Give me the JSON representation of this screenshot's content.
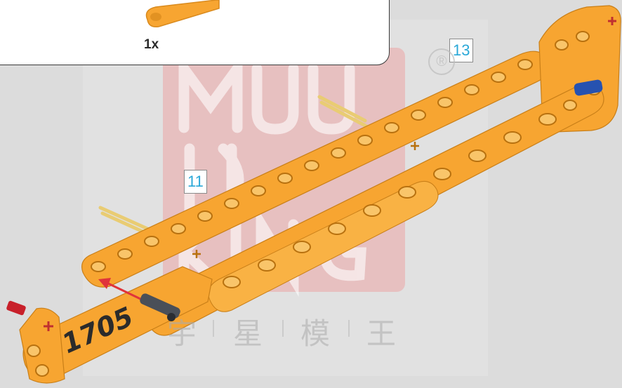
{
  "callout": {
    "quantity": "1x"
  },
  "step_badges": [
    {
      "label": "13"
    },
    {
      "label": "11"
    }
  ],
  "beam_marking": "1705",
  "watermark": {
    "logo_text": "MOULD KING",
    "registered": "®",
    "chinese": [
      "宇",
      "星",
      "模",
      "王"
    ]
  },
  "colors": {
    "beam": "#f7a531",
    "beam_shadow": "#d98a1d",
    "axle": "#e9cc73",
    "pin_blue": "#2652b0",
    "pin_red": "#c8202a",
    "pin_dark": "#4a4f58",
    "badge_text": "#2aa8d8",
    "arrow": "#e0343a",
    "background": "#dcdcdc"
  }
}
